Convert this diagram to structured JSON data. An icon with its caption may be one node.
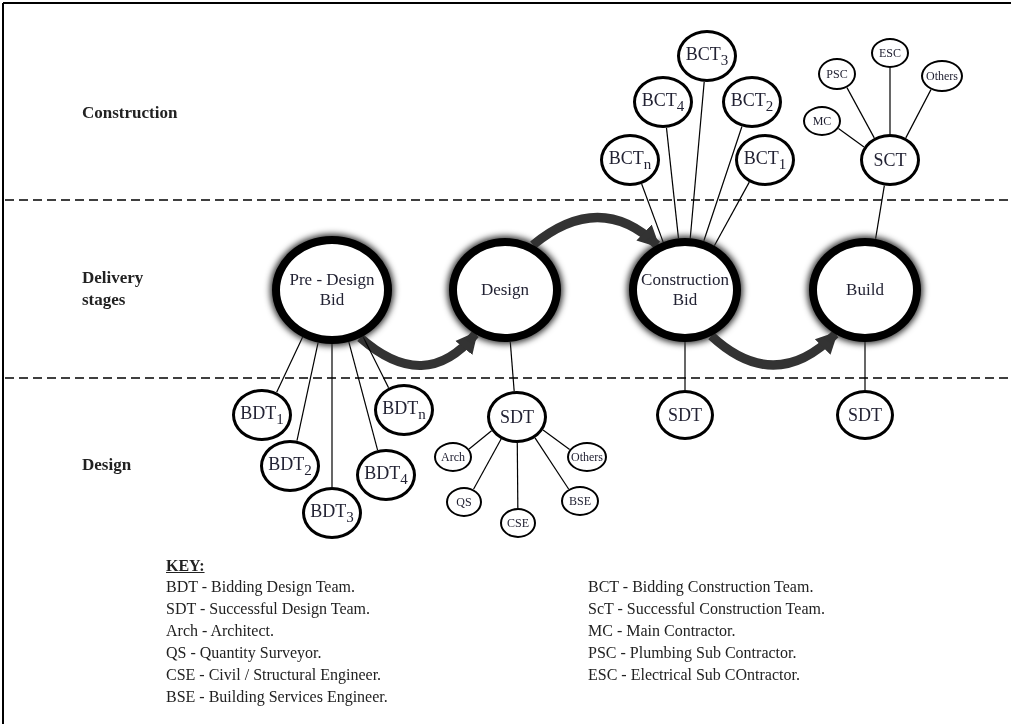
{
  "diagram": {
    "nodes": [
      {
        "text": [
          "Pre - Design Bid"
        ]
      },
      {
        "text": [
          "Design"
        ]
      },
      {
        "text": [
          "Construction Bid"
        ]
      },
      {
        "text": [
          "Build"
        ]
      },
      {
        "text": [
          "BCT$_{3}$"
        ]
      },
      {
        "text": [
          "BCT$_{4}$"
        ]
      },
      {
        "text": [
          "BCT$_{2}$"
        ]
      },
      {
        "text": [
          "BCT$_{n}$"
        ]
      },
      {
        "text": [
          "BCT$_{1}$"
        ]
      },
      {
        "text": [
          "SCT"
        ]
      },
      {
        "text": [
          "MC"
        ]
      },
      {
        "text": [
          "PSC"
        ]
      },
      {
        "text": [
          "ESC"
        ]
      },
      {
        "text": [
          "Others"
        ]
      },
      {
        "text": [
          "BDT$_{1}$"
        ]
      },
      {
        "text": [
          "BDT$_{n}$"
        ]
      },
      {
        "text": [
          "BDT$_{2}$"
        ]
      },
      {
        "text": [
          "BDT$_{4}$"
        ]
      },
      {
        "text": [
          "BDT$_{3}$"
        ]
      },
      {
        "text": [
          "SDT"
        ]
      },
      {
        "text": [
          "Arch"
        ]
      },
      {
        "text": [
          "Others"
        ]
      },
      {
        "text": [
          "QS"
        ]
      },
      {
        "text": [
          "CSE"
        ]
      },
      {
        "text": [
          "BSE"
        ]
      },
      {
        "text": [
          "SDT"
        ]
      },
      {
        "text": [
          "SDT"
        ]
      }
    ],
    "edges": [
      {
        "from": 0,
        "to": 1,
        "arrow": "to",
        "style": "thick"
      },
      {
        "from": 1,
        "to": 2,
        "arrow": "to",
        "style": "thick"
      },
      {
        "from": 2,
        "to": 3,
        "arrow": "to",
        "style": "thick"
      },
      {
        "from": 2,
        "to": 4,
        "arrow": "none"
      },
      {
        "from": 2,
        "to": 5,
        "arrow": "none"
      },
      {
        "from": 2,
        "to": 6,
        "arrow": "none"
      },
      {
        "from": 2,
        "to": 7,
        "arrow": "none"
      },
      {
        "from": 2,
        "to": 8,
        "arrow": "none"
      },
      {
        "from": 3,
        "to": 9,
        "arrow": "none"
      },
      {
        "from": 9,
        "to": 10,
        "arrow": "none"
      },
      {
        "from": 9,
        "to": 11,
        "arrow": "none"
      },
      {
        "from": 9,
        "to": 12,
        "arrow": "none"
      },
      {
        "from": 9,
        "to": 13,
        "arrow": "none"
      },
      {
        "from": 0,
        "to": 14,
        "arrow": "none"
      },
      {
        "from": 0,
        "to": 15,
        "arrow": "none"
      },
      {
        "from": 0,
        "to": 16,
        "arrow": "none"
      },
      {
        "from": 0,
        "to": 17,
        "arrow": "none"
      },
      {
        "from": 0,
        "to": 18,
        "arrow": "none"
      },
      {
        "from": 1,
        "to": 19,
        "arrow": "none"
      },
      {
        "from": 19,
        "to": 20,
        "arrow": "none"
      },
      {
        "from": 19,
        "to": 21,
        "arrow": "none"
      },
      {
        "from": 19,
        "to": 22,
        "arrow": "none"
      },
      {
        "from": 19,
        "to": 23,
        "arrow": "none"
      },
      {
        "from": 19,
        "to": 24,
        "arrow": "none"
      },
      {
        "from": 2,
        "to": 25,
        "arrow": "none"
      },
      {
        "from": 3,
        "to": 26,
        "arrow": "none"
      }
    ],
    "labels": [
      "Construction",
      "Delivery stages",
      "Design",
      "KEY:",
      "BDT - Bidding Design Team.",
      "BCT - Bidding Construction Team.",
      "SDT - Successful Design Team.",
      "ScT - Successful Construction Team.",
      "Arch - Architect.",
      "MC - Main Contractor.",
      "QS - Quantity Surveyor.",
      "PSC - Plumbing Sub Contractor.",
      "CSE - Civil / Structural Engineer.",
      "ESC - Electrical Sub COntractor.",
      "BSE - Building Services Engineer."
    ]
  }
}
